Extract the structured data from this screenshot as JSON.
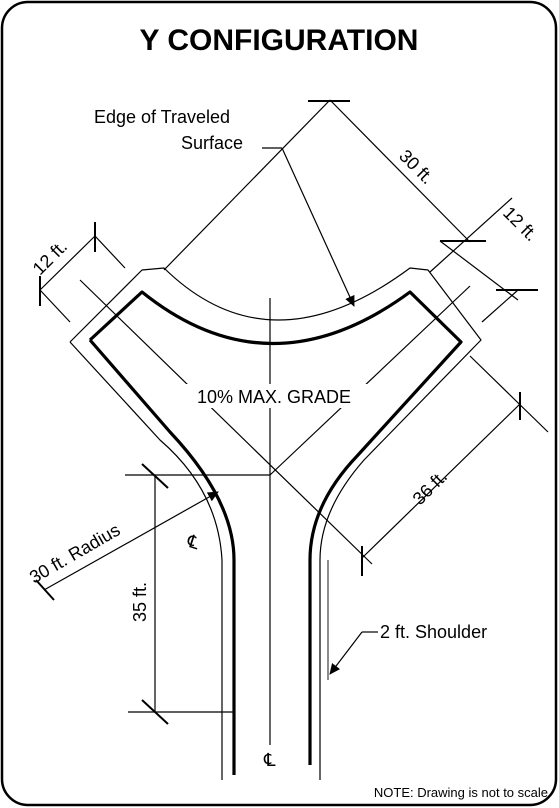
{
  "diagram": {
    "title": "Y CONFIGURATION",
    "labels": {
      "edge_line1": "Edge of Traveled",
      "edge_line2": "Surface",
      "dim_30ft": "30 ft.",
      "dim_12ft_right": "12 ft.",
      "dim_12ft_left": "12 ft.",
      "grade": "10% MAX. GRADE",
      "dim_36ft": "36 ft.",
      "radius": "30 ft. Radius",
      "dim_35ft": "35 ft.",
      "centerline_symbol": "℄",
      "shoulder": "2 ft. Shoulder",
      "note": "NOTE: Drawing is not to scale"
    }
  }
}
